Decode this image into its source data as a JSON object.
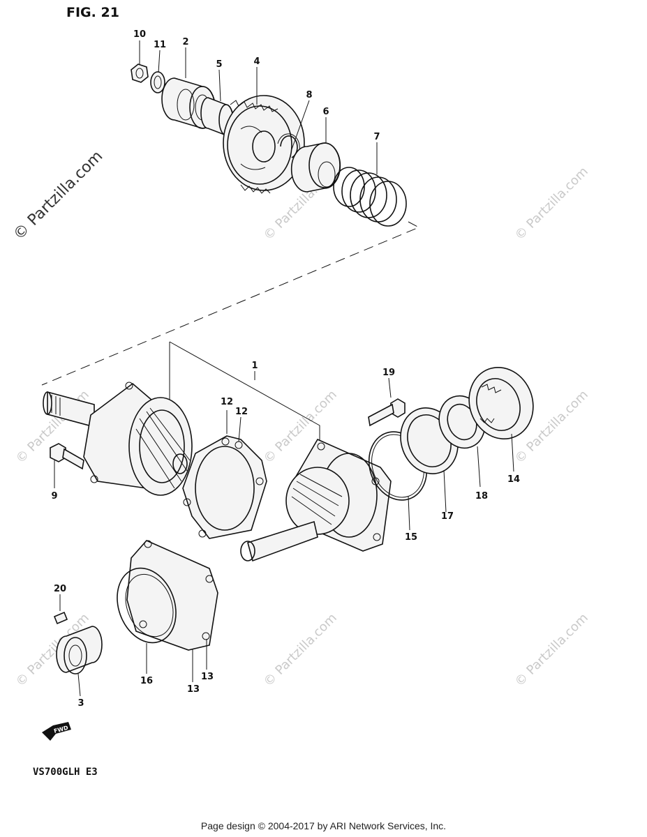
{
  "figure": {
    "title": "FIG. 21",
    "model_code": "VS700GLH E3",
    "fwd_label": "FWD"
  },
  "watermark": {
    "text": "© Partzilla.com",
    "color": "#c9c9c9"
  },
  "callouts": {
    "c1": "1",
    "c2": "2",
    "c3": "3",
    "c4": "4",
    "c5": "5",
    "c6": "6",
    "c7": "7",
    "c8": "8",
    "c9": "9",
    "c10": "10",
    "c11": "11",
    "c12a": "12",
    "c12b": "12",
    "c13a": "13",
    "c13b": "13",
    "c14": "14",
    "c15": "15",
    "c16": "16",
    "c17": "17",
    "c18": "18",
    "c19": "19",
    "c20": "20"
  },
  "footer": {
    "text": "Page design © 2004-2017 by ARI Network Services, Inc."
  }
}
